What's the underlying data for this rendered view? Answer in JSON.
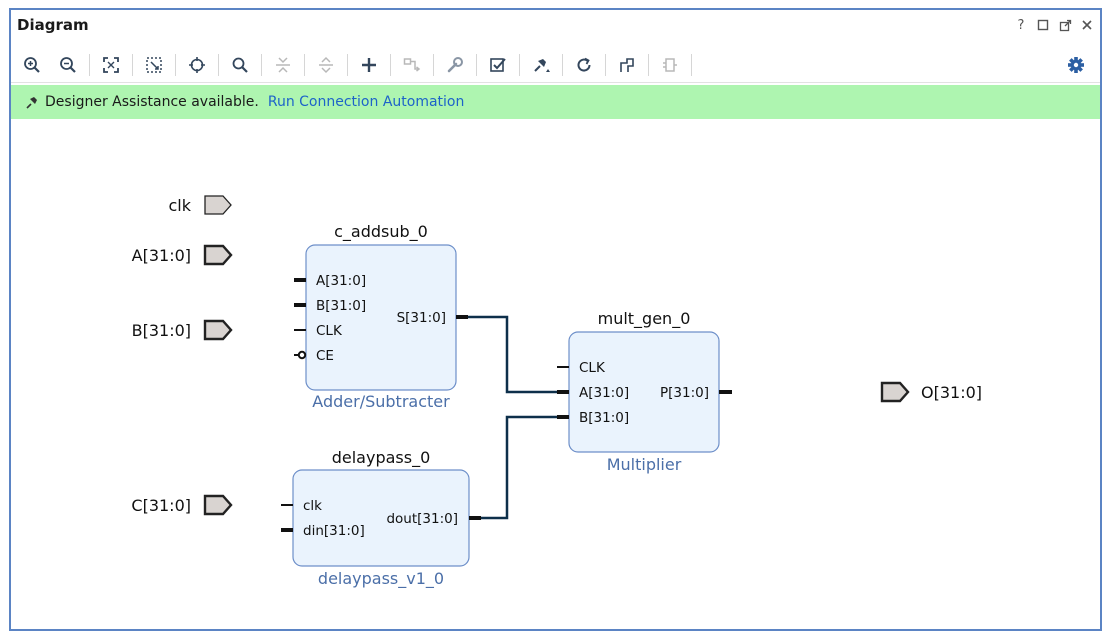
{
  "window": {
    "title": "Diagram"
  },
  "window_controls": [
    "?",
    "restore",
    "maximize",
    "close"
  ],
  "toolbar": {
    "buttons": [
      "zoom-in",
      "zoom-out",
      "zoom-fit",
      "zoom-area",
      "center",
      "search",
      "collapse",
      "expand",
      "add-ip",
      "route",
      "validate-wrench",
      "validate-check",
      "autoconnect",
      "regenerate",
      "optimize-routing",
      "group"
    ],
    "settings": "gear"
  },
  "banner": {
    "message": "Designer Assistance available.",
    "link": "Run Connection Automation",
    "color": "#aef5b0"
  },
  "ports": {
    "clk": "clk",
    "a": "A[31:0]",
    "b": "B[31:0]",
    "c": "C[31:0]",
    "o": "O[31:0]"
  },
  "blocks": {
    "addsub": {
      "instance": "c_addsub_0",
      "type": "Adder/Subtracter",
      "pins_in": [
        "A[31:0]",
        "B[31:0]",
        "CLK",
        "CE"
      ],
      "pin_out": "S[31:0]"
    },
    "mult": {
      "instance": "mult_gen_0",
      "type": "Multiplier",
      "pins_in": [
        "CLK",
        "A[31:0]",
        "B[31:0]"
      ],
      "pin_out": "P[31:0]"
    },
    "delay": {
      "instance": "delaypass_0",
      "type": "delaypass_v1_0",
      "pins_in": [
        "clk",
        "din[31:0]"
      ],
      "pin_out": "dout[31:0]"
    }
  },
  "colors": {
    "frame_border": "#5b84c4",
    "block_fill": "#eaf3fd",
    "block_border": "#6d8fc9",
    "wire": "#0d2f4a",
    "block_type_text": "#4b6fa8",
    "link": "#1d63c9"
  }
}
